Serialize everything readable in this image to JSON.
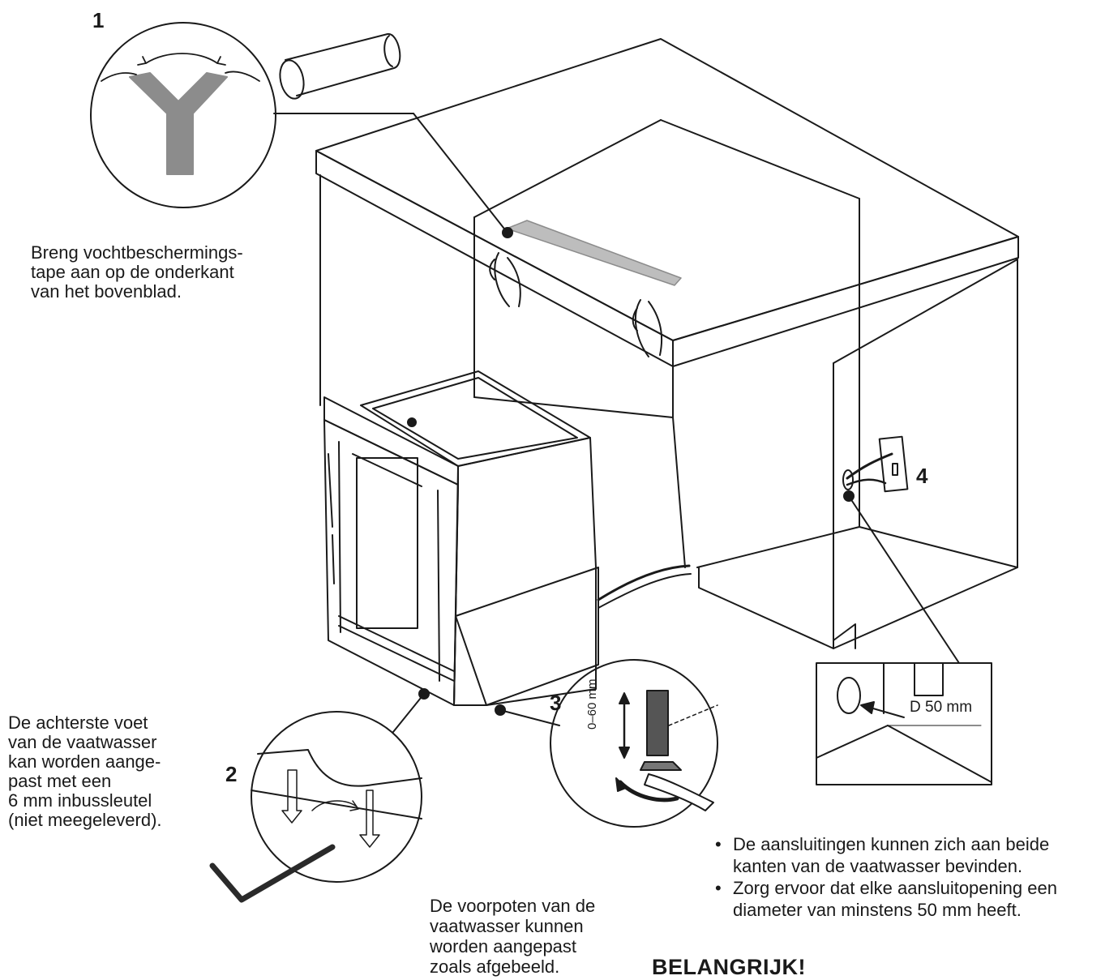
{
  "steps": {
    "s1": "1",
    "s2": "2",
    "s3": "3",
    "s4": "4"
  },
  "captions": {
    "tape": [
      "Breng vochtbeschermings-",
      "tape aan op de onderkant",
      "van het bovenblad."
    ],
    "rear_foot": [
      "De achterste voet",
      "van de vaatwasser",
      "kan worden aange-",
      "past met een",
      "6 mm inbussleutel",
      "(niet meegeleverd)."
    ],
    "front_feet": [
      "De voorpoten van de",
      "vaatwasser kunnen",
      "worden aangepast",
      "zoals afgebeeld."
    ]
  },
  "labels": {
    "foot_range": "0–60 mm",
    "hole_diameter": "D 50 mm"
  },
  "notes": [
    [
      "De aansluitingen kunnen zich aan beide",
      "kanten van de vaatwasser bevinden."
    ],
    [
      "Zorg ervoor dat elke aansluitopening een",
      "diameter van minstens 50 mm heeft."
    ]
  ],
  "important": "BELANGRIJK!",
  "colors": {
    "line": "#1a1a1a",
    "tape": "#bdbdbd",
    "tape_dark": "#8c8c8c"
  }
}
